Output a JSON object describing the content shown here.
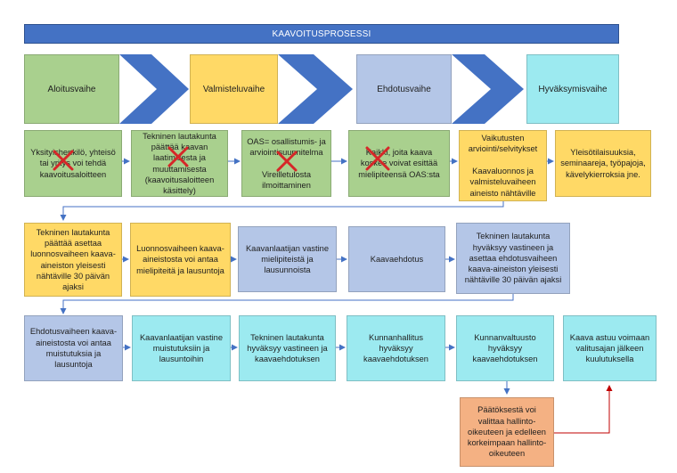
{
  "colors": {
    "banner": "#4472c4",
    "chevron": "#4472c4",
    "phase_green": "#a9d08e",
    "phase_yellow": "#ffd966",
    "phase_slate": "#b4c6e7",
    "phase_teal": "#9ceaf0",
    "appeal_orange": "#f4b183",
    "arrow": "#4472c4",
    "appeal_arrow": "#c00000",
    "x_mark": "#d62728"
  },
  "banner": {
    "title": "KAAVOITUSPROSESSI"
  },
  "phases": [
    {
      "label": "Aloitusvaihe"
    },
    {
      "label": "Valmisteluvaihe"
    },
    {
      "label": "Ehdotusvaihe"
    },
    {
      "label": "Hyväksymisvaihe"
    }
  ],
  "row1": [
    {
      "text": "Yksityishenkilö, yhteisö tai yritys voi tehdä kaavoitusaloitteen",
      "crossed_out": true
    },
    {
      "text": "Tekninen lautakunta päättää kaavan laatimisesta ja muuttamisesta (kaavoitusaloitteen käsittely)",
      "crossed_out": true
    },
    {
      "text": "OAS= osallistumis- ja arviointisuunnitelma\n\nVireilletulosta ilmoittaminen",
      "crossed_out": true
    },
    {
      "text": "Kaikki, joita kaava koskee voivat esittää mielipiteensä OAS:sta",
      "crossed_out": true
    },
    {
      "text": "Vaikutusten arviointi/selvitykset\n\nKaavaluonnos ja valmisteluvaiheen aineisto nähtäville",
      "crossed_out": false
    },
    {
      "text": "Yleisötilaisuuksia, seminaareja, työpajoja, kävelykierroksia jne.",
      "crossed_out": false
    }
  ],
  "row2": [
    {
      "text": "Tekninen lautakunta päättää asettaa luonnosvaiheen kaava-aineiston yleisesti nähtäville 30 päivän ajaksi"
    },
    {
      "text": "Luonnosvaiheen kaava-aineistosta voi antaa mielipiteitä ja lausuntoja"
    },
    {
      "text": "Kaavanlaatijan vastine mielipiteistä ja lausunnoista"
    },
    {
      "text": "Kaavaehdotus"
    },
    {
      "text": "Tekninen lautakunta hyväksyy vastineen ja asettaa ehdotusvaiheen kaava-aineiston yleisesti nähtäville 30 päivän ajaksi"
    }
  ],
  "row3": [
    {
      "text": "Ehdotusvaiheen kaava-aineistosta voi antaa muistutuksia ja lausuntoja"
    },
    {
      "text": "Kaavanlaatijan vastine muistutuksiin ja lausuntoihin"
    },
    {
      "text": "Tekninen lautakunta hyväksyy vastineen ja kaavaehdotuksen"
    },
    {
      "text": "Kunnanhallitus hyväksyy kaavaehdotuksen"
    },
    {
      "text": "Kunnanvaltuusto hyväksyy kaavaehdotuksen"
    },
    {
      "text": "Kaava astuu voimaan valitusajan jälkeen kuulutuksella"
    }
  ],
  "appeal": {
    "text": "Päätöksestä voi valittaa hallinto-oikeuteen ja edelleen korkeimpaan hallinto-oikeuteen"
  }
}
